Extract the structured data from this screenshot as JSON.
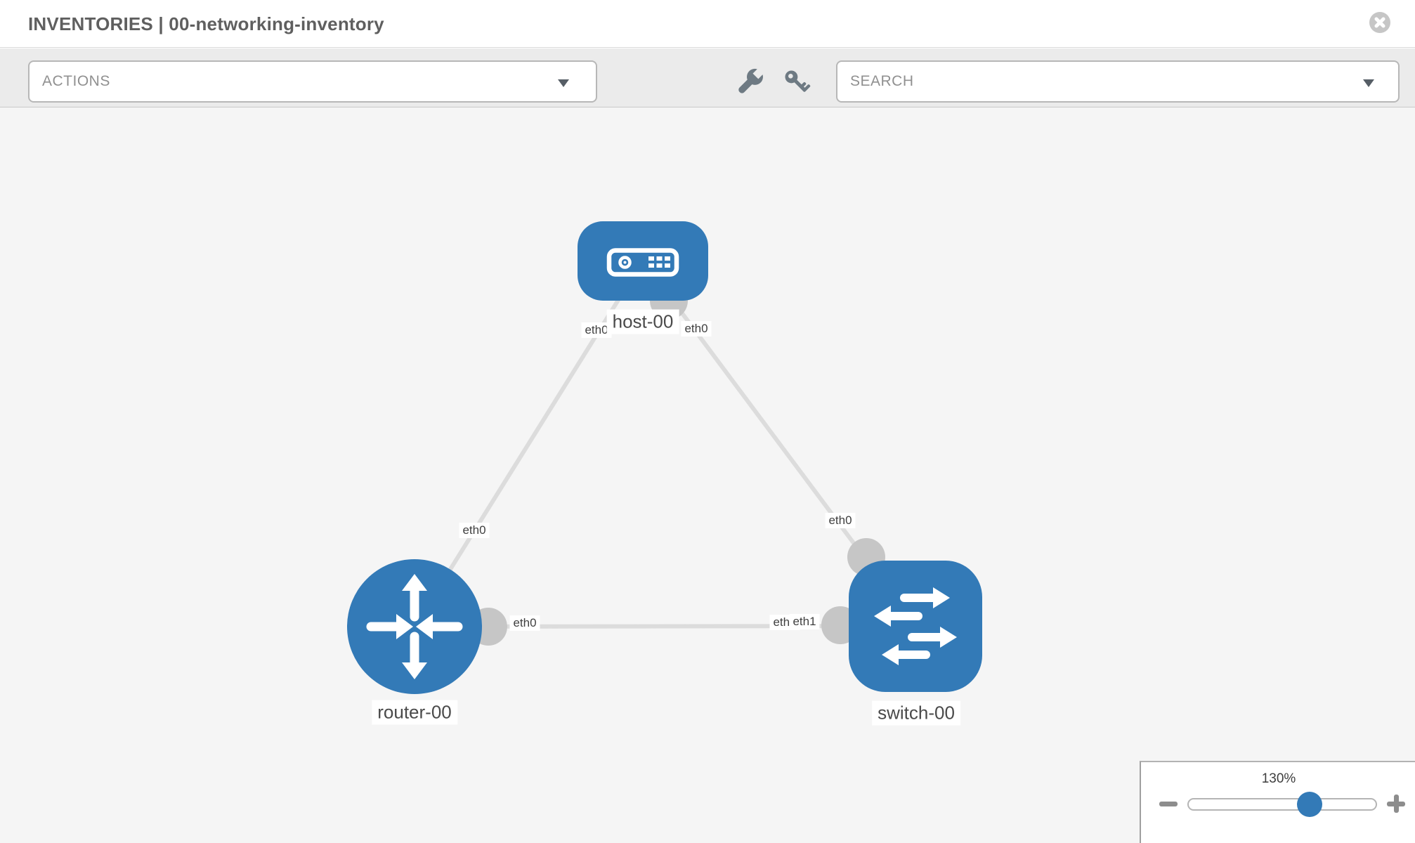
{
  "header": {
    "title": "INVENTORIES | 00-networking-inventory"
  },
  "toolbar": {
    "actions_label": "ACTIONS",
    "search_label": "SEARCH"
  },
  "icons": {
    "close": "x-in-circle",
    "wrench": "wrench",
    "key": "key",
    "actions_caret": "caret-down",
    "search_caret": "caret-down",
    "zoom_out": "minus",
    "zoom_in": "plus"
  },
  "topology": {
    "nodes": [
      {
        "label": "host-00",
        "type": "host"
      },
      {
        "label": "router-00",
        "type": "router"
      },
      {
        "label": "switch-00",
        "type": "switch"
      }
    ],
    "links": [
      {
        "from": "host-00",
        "to": "router-00"
      },
      {
        "from": "host-00",
        "to": "switch-00"
      },
      {
        "from": "router-00",
        "to": "switch-00"
      }
    ],
    "interface_labels": [
      {
        "label": "eth0",
        "position": "host-left"
      },
      {
        "label": "eth0",
        "position": "host-right"
      },
      {
        "label": "eth0",
        "position": "router-top"
      },
      {
        "label": "eth0",
        "position": "switch-top"
      },
      {
        "label": "eth0",
        "position": "router-right"
      },
      {
        "label": "eth0",
        "position": "switch-left-behind"
      },
      {
        "label": "eth1",
        "position": "switch-left"
      }
    ]
  },
  "zoom_control": {
    "level": "130%",
    "slider_percent": 64
  },
  "colors": {
    "node_blue": "#337ab7",
    "link_gray": "#dcdcdc",
    "connector_gray": "#c6c6c6",
    "toolbar_gray": "#ebebeb",
    "canvas_gray": "#f5f5f5"
  }
}
